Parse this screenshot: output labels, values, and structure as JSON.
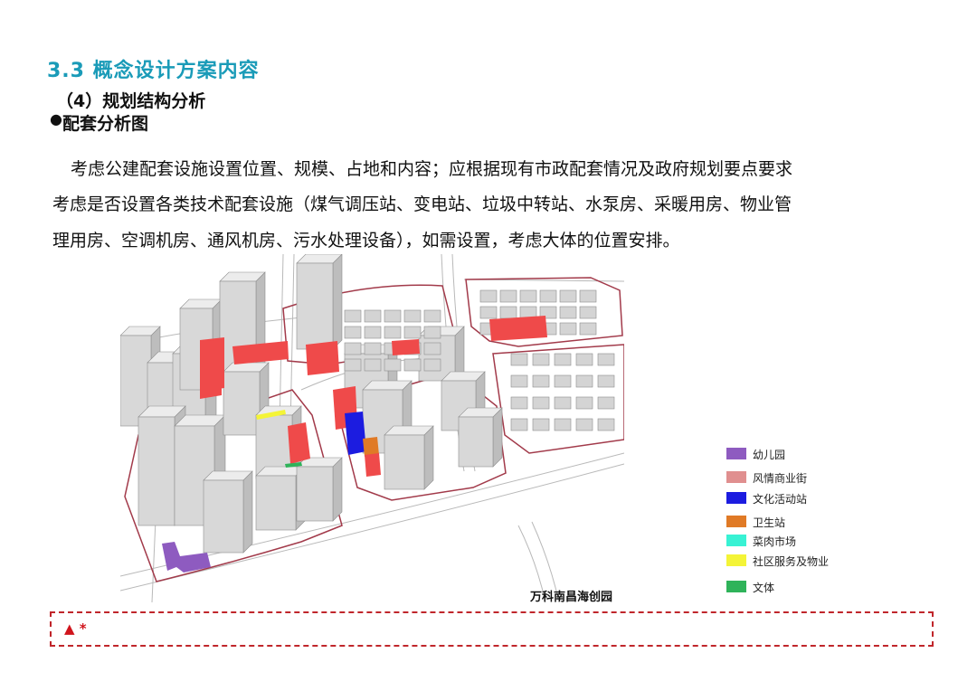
{
  "heading": {
    "section_title": "3.3  概念设计方案内容",
    "subsection": "（4）规划结构分析",
    "bullet": "配套分析图"
  },
  "body": {
    "paragraph_lines": [
      "考虑公建配套设施设置位置、规模、占地和内容；应根据现有市政配套情况及政府规划要点要求",
      "考虑是否设置各类技术配套设施（煤气调压站、变电站、垃圾中转站、水泵房、采暖用房、物业管",
      "理用房、空调机房、通风机房、污水处理设备），如需设置，考虑大体的位置安排。"
    ]
  },
  "figure": {
    "caption": "万科南昌海创园"
  },
  "legend": {
    "items": [
      {
        "label": "幼儿园",
        "color": "#8e5bc0"
      },
      {
        "label": "风情商业街",
        "color": "#e08f8f"
      },
      {
        "label": "文化活动站",
        "color": "#1c1ce0"
      },
      {
        "label": "卫生站",
        "color": "#e07a26"
      },
      {
        "label": "菜肉市场",
        "color": "#38f2d4"
      },
      {
        "label": "社区服务及物业",
        "color": "#f4f437"
      },
      {
        "label": "文体",
        "color": "#2fb35a"
      }
    ]
  },
  "note": {
    "mark": "▲ *",
    "color": "#c0262b"
  },
  "colors": {
    "title": "#1a9bb8",
    "building": "#d8d8d8",
    "commercial_red": "#ef4a4a",
    "site_boundary": "#a23a4a"
  }
}
